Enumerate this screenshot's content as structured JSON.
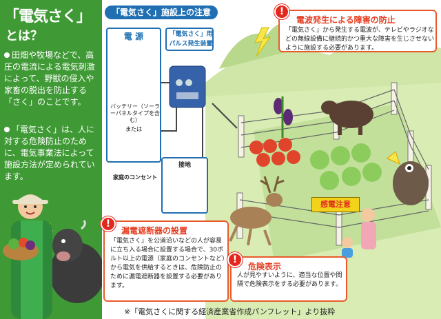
{
  "left_panel": {
    "title": "「電気さく」",
    "subtitle": "とは？",
    "bullets": [
      "田畑や牧場などで、高圧の電流による電気刺激によって、野獣の侵入や家畜の脱出を防止する「さく」のことです。",
      "「電気さく」は、人に対する危険防止のために、電気事業法によって施設方法が定められています。"
    ]
  },
  "section_header": "「電気さく」施設上の注意",
  "power": {
    "title": "電 源",
    "battery_label": "バッテリー（ソーラーパネルタイプを含む）",
    "or_label": "または",
    "outlet_label": "家庭のコンセント"
  },
  "pulse": {
    "label": "「電気さく」用パルス発生装置"
  },
  "ground": {
    "label": "接地"
  },
  "notices": {
    "interference": {
      "title": "電波発生による障害の防止",
      "body": "「電気さく」から発生する電波が、テレビやラジオなどの無線設備に継続的かつ重大な障害を生じさせないように施設する必要があります。"
    },
    "breaker": {
      "title": "漏電遮断器の設置",
      "body": "「電気さく」を公道沿いなどの人が容易に立ち入る場合に設置する場合で、30ボルト以上の電源（家庭のコンセントなど）から電気を供給するときは、危険防止のために漏電遮断器を設置する必要があります。"
    },
    "sign": {
      "title": "危険表示",
      "body": "人が見やすいように、適当な位置や間隔で危険表示をする必要があります。"
    }
  },
  "warning_sign": "感電注意",
  "footnote": "※「電気さくに関する経済産業省作成パンフレット」より抜粋",
  "colors": {
    "green_panel": "#3f9a35",
    "accent_blue": "#1f6fb2",
    "alert_red": "#e5281e"
  }
}
